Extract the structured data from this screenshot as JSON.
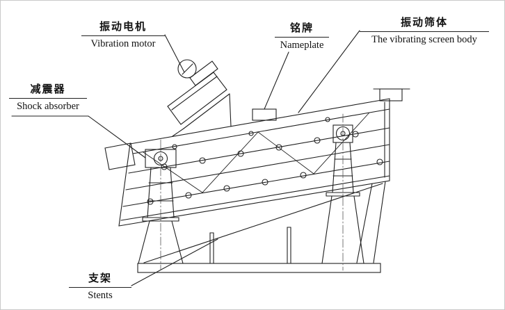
{
  "diagram": {
    "background_color": "#ffffff",
    "line_color": "#1f1f1f",
    "labels": {
      "vibration_motor": {
        "zh": "振动电机",
        "en": "Vibration motor"
      },
      "nameplate": {
        "zh": "铭牌",
        "en": "Nameplate"
      },
      "screen_body": {
        "zh": "振动筛体",
        "en": "The vibrating screen body"
      },
      "shock_absorber": {
        "zh": "减震器",
        "en": "Shock absorber"
      },
      "stents": {
        "zh": "支架",
        "en": "Stents"
      }
    }
  }
}
